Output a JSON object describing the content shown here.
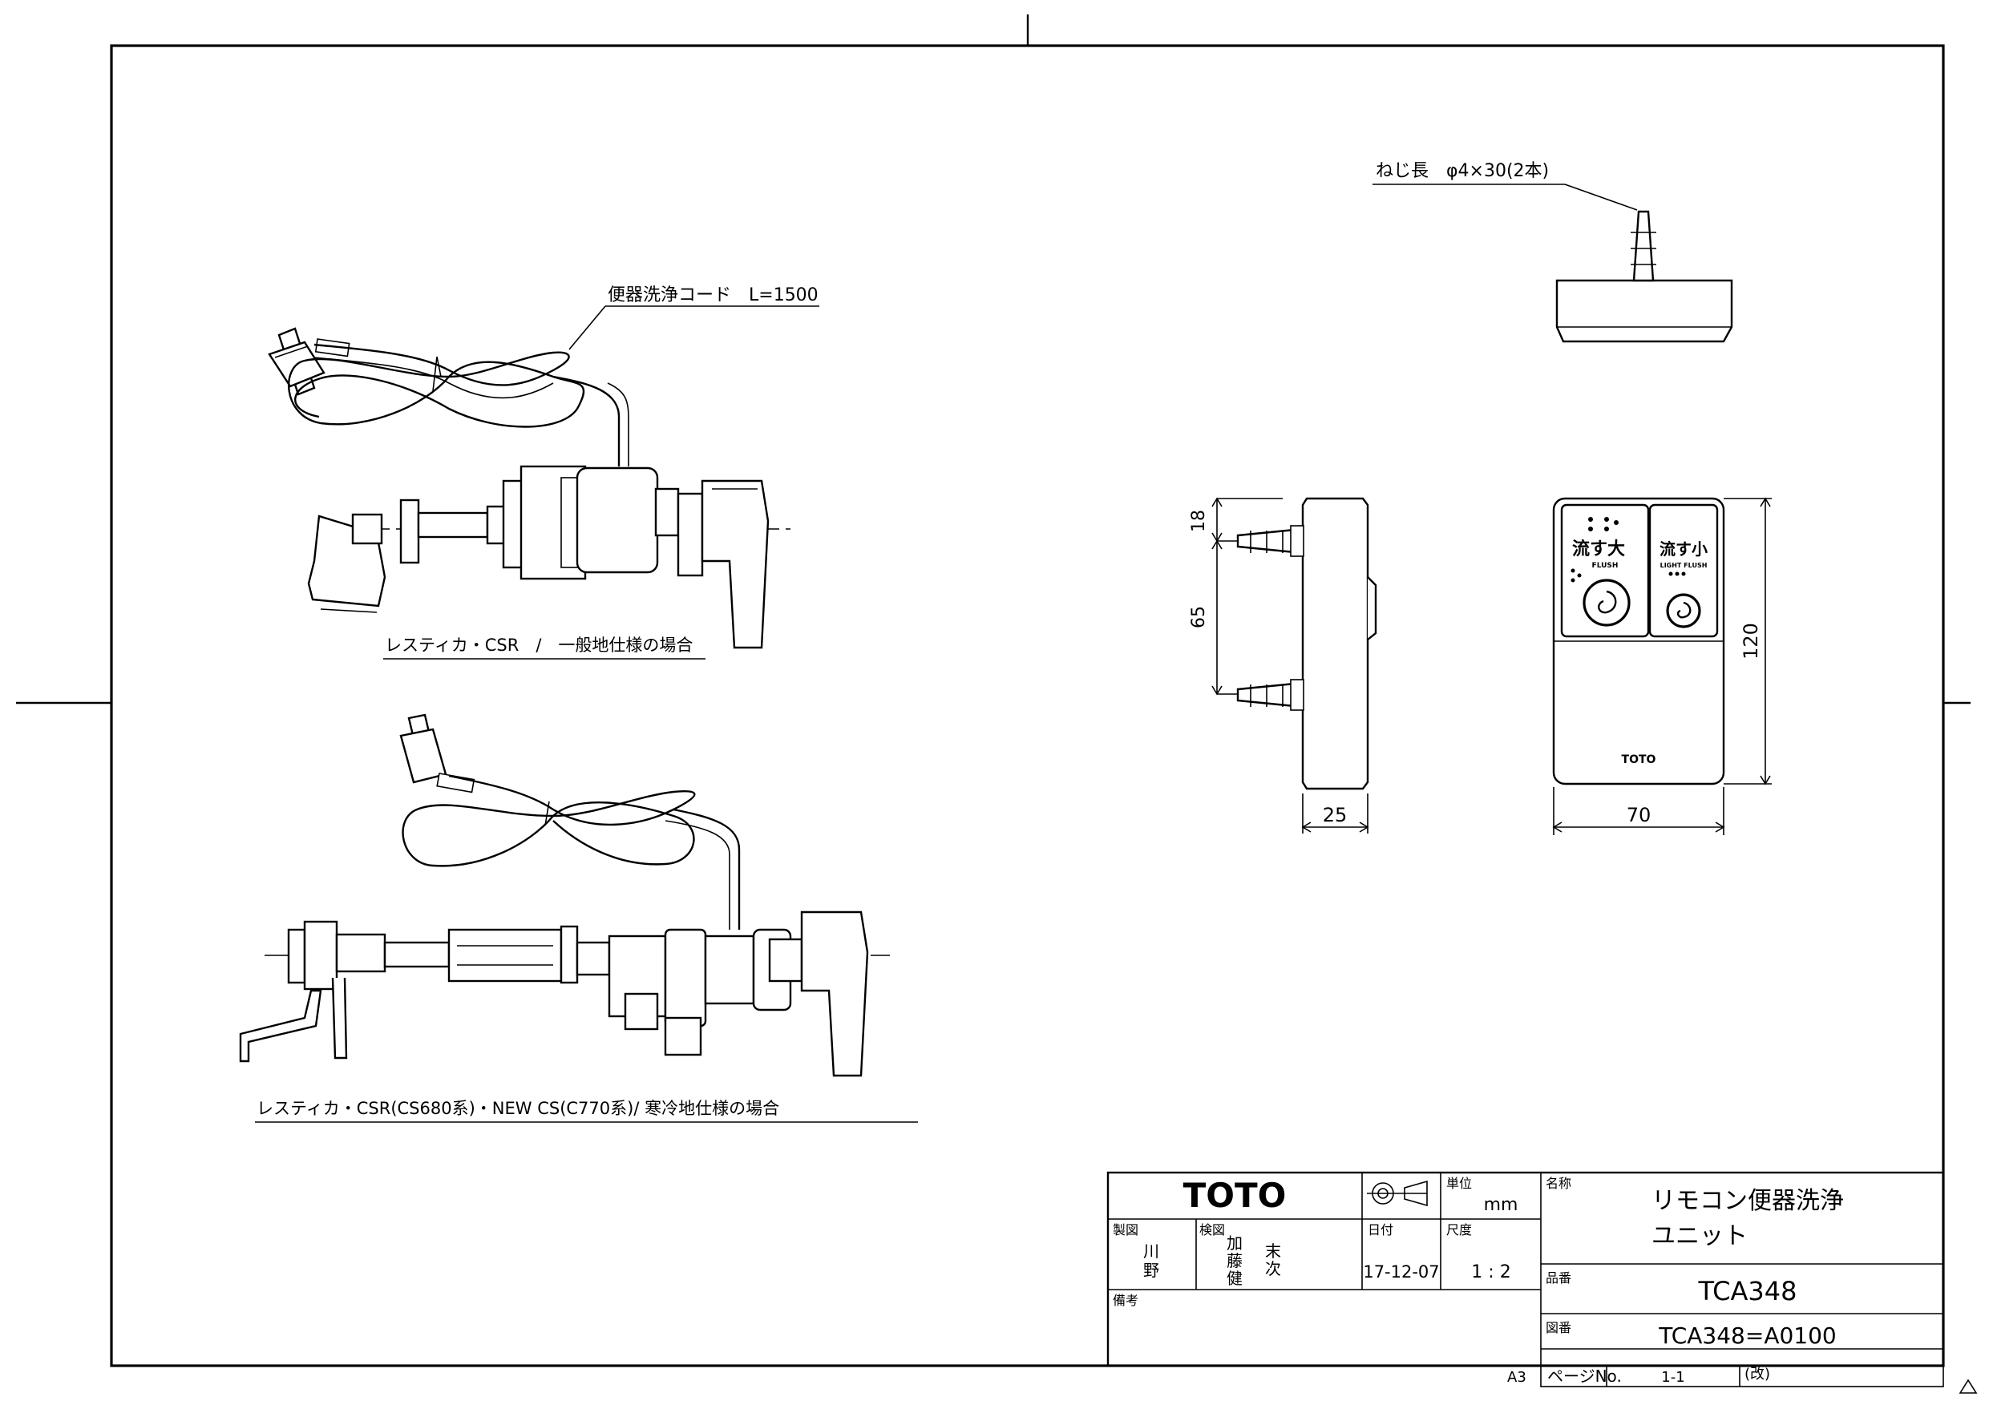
{
  "callouts": {
    "screw": "ねじ長　φ4×30(2本)",
    "cord": "便器洗浄コード　L=1500"
  },
  "captions": {
    "general": "レスティカ・CSR　/　一般地仕様の場合",
    "cold": "レスティカ・CSR(CS680系)・NEW CS(C770系)/ 寒冷地仕様の場合"
  },
  "remote": {
    "big_label": "流す大",
    "big_sub": "FLUSH",
    "small_label": "流す小",
    "small_sub": "LIGHT FLUSH",
    "brand": "TOTO"
  },
  "dimensions": {
    "d18": "18",
    "d65": "65",
    "d25": "25",
    "d70": "70",
    "d120": "120"
  },
  "title_block": {
    "brand": "TOTO",
    "unit_label": "単位",
    "unit_value": "mm",
    "drawn_label": "製図",
    "drawn_1": "川",
    "drawn_2": "野",
    "checked_label": "検図",
    "checked_1": "加",
    "checked_2": "藤",
    "checked_3": "健",
    "checked_4": "末",
    "checked_5": "次",
    "date_label": "日付",
    "date_value": "17-12-07",
    "scale_label": "尺度",
    "scale_value": "1 : 2",
    "notes_label": "備考",
    "name_label": "名称",
    "name_line1": "リモコン便器洗浄",
    "name_line2": "ユニット",
    "part_label": "品番",
    "part_value": "TCA348",
    "drawing_label": "図番",
    "drawing_value": "TCA348=A0100",
    "paper_size": "A3",
    "page_label": "ページNo.",
    "page_value": "1-1",
    "revision_label": "(改)"
  }
}
